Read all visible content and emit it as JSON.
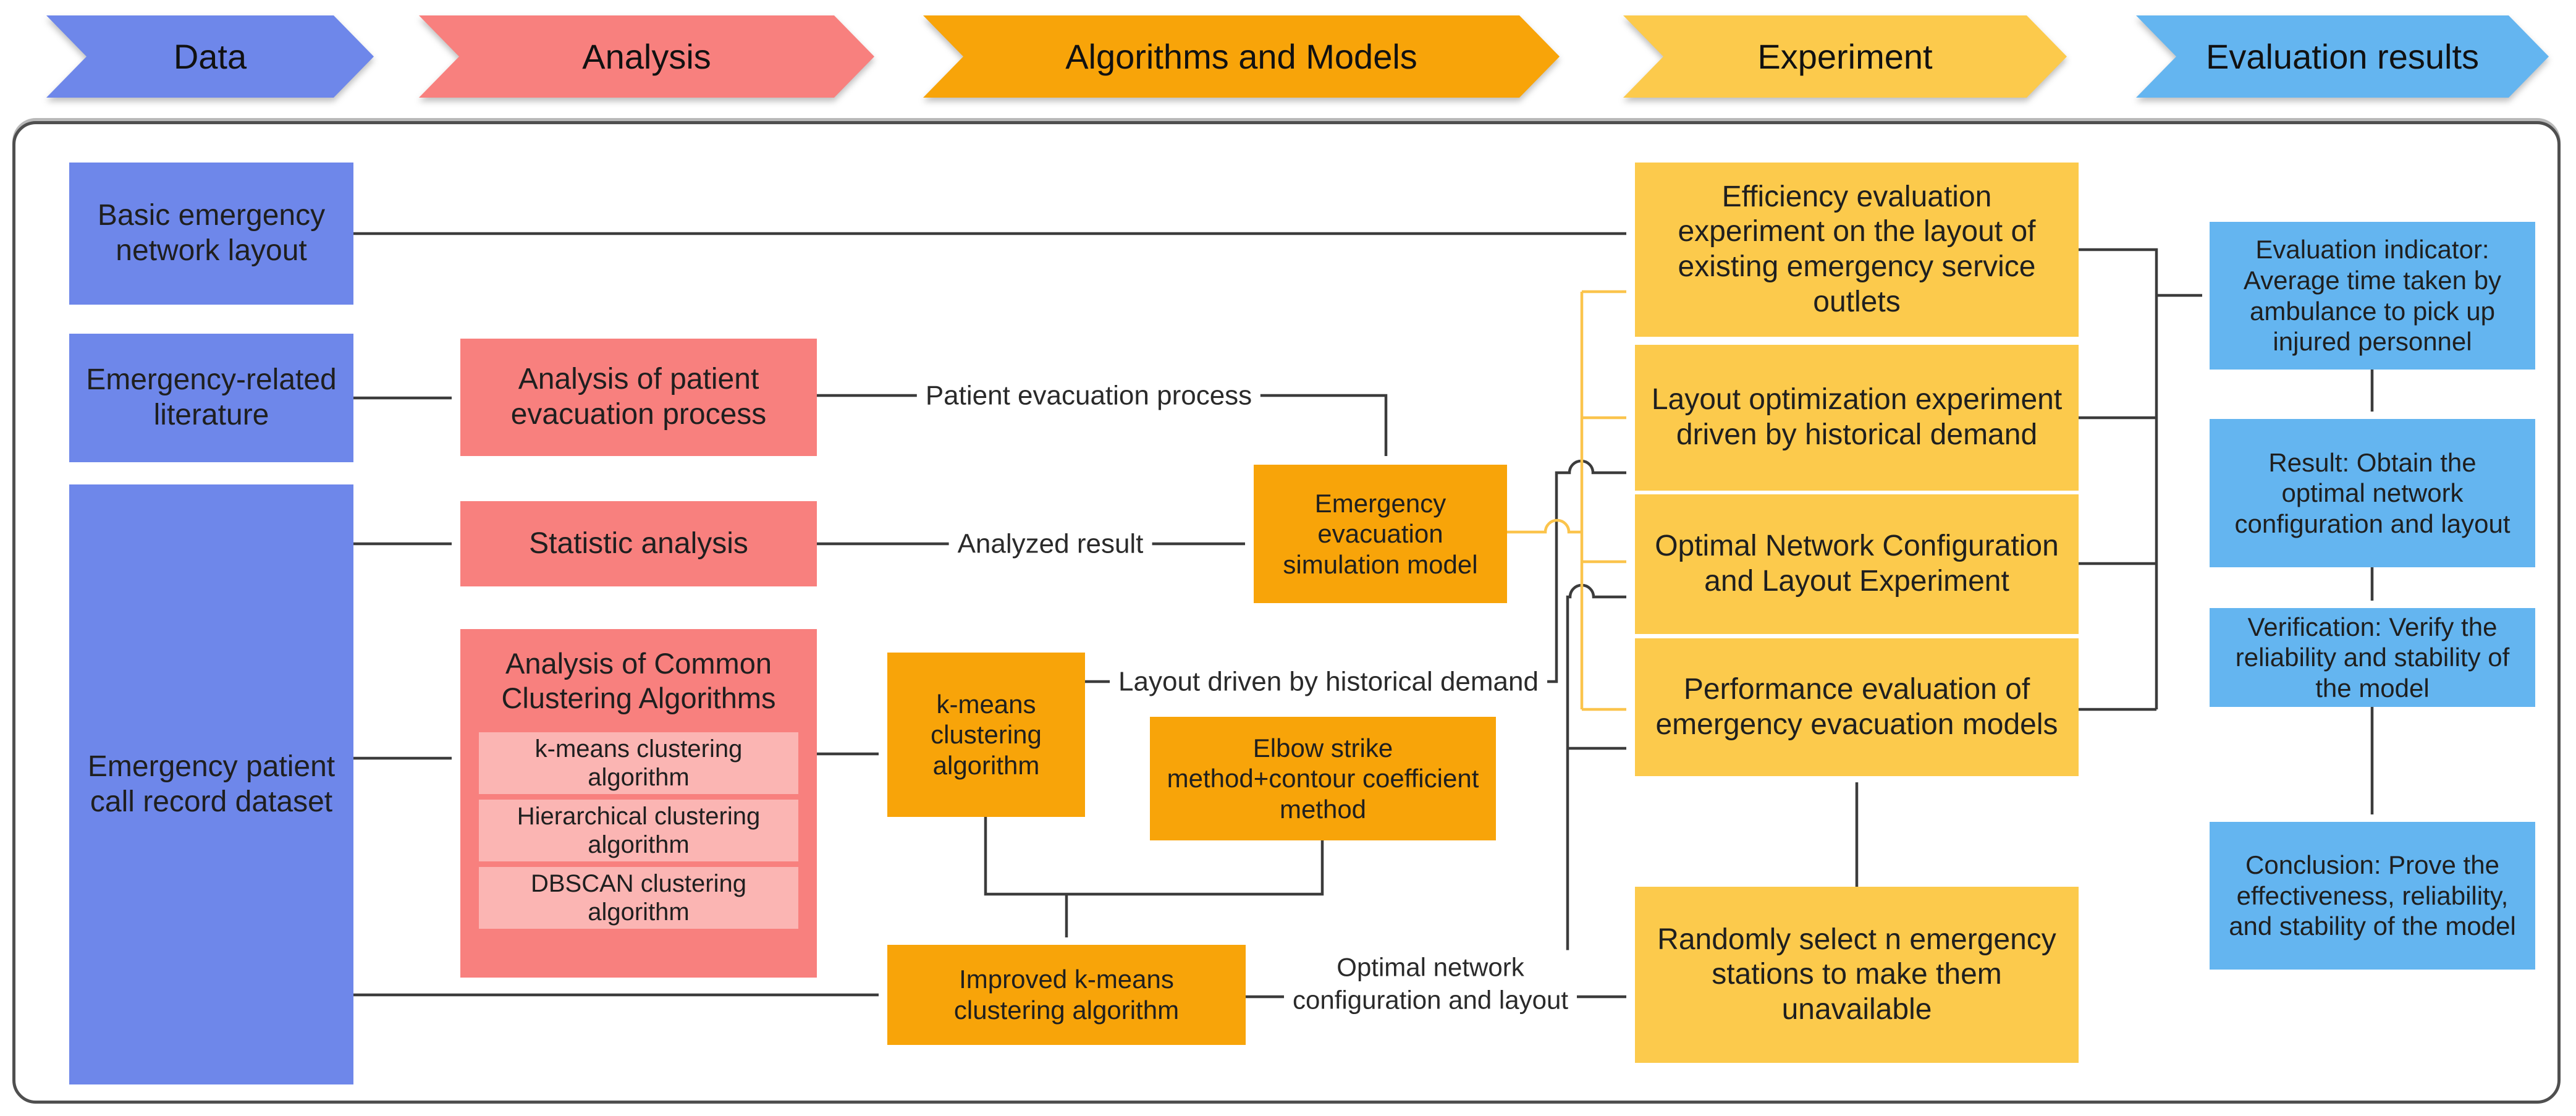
{
  "banner": {
    "stages": [
      {
        "label": "Data",
        "color": "#6e87ea"
      },
      {
        "label": "Analysis",
        "color": "#f8807e"
      },
      {
        "label": "Algorithms and Models",
        "color": "#f8a409"
      },
      {
        "label": "Experiment",
        "color": "#fcca4c"
      },
      {
        "label": "Evaluation results",
        "color": "#64b5f0"
      }
    ]
  },
  "data_column": {
    "basic_layout": "Basic emergency network layout",
    "literature": "Emergency-related literature",
    "dataset": "Emergency patient call record dataset"
  },
  "analysis_column": {
    "evacuation": "Analysis of patient evacuation process",
    "statistic": "Statistic analysis",
    "clustering_title": "Analysis of Common Clustering Algorithms",
    "clustering_items": [
      "k-means clustering algorithm",
      "Hierarchical clustering algorithm",
      "DBSCAN clustering algorithm"
    ]
  },
  "algorithms": {
    "simulation_model": "Emergency evacuation simulation model",
    "kmeans": "k-means clustering algorithm",
    "elbow": "Elbow strike method+contour coefficient method",
    "improved_kmeans": "Improved k-means clustering algorithm"
  },
  "experiments": {
    "boxes": [
      "Efficiency evaluation experiment on the layout of existing emergency service outlets",
      "Layout optimization experiment driven by historical demand",
      "Optimal Network Configuration and Layout Experiment",
      "Performance evaluation of emergency evacuation models"
    ],
    "random_select": "Randomly select n emergency stations to make them unavailable"
  },
  "evaluation": {
    "boxes": [
      "Evaluation indicator: Average time taken by ambulance to pick up injured personnel",
      "Result: Obtain the optimal network configuration and layout",
      "Verification: Verify the reliability and stability of the model",
      "Conclusion: Prove the effectiveness, reliability, and stability of the model"
    ]
  },
  "edge_labels": {
    "patient_evacuation": "Patient evacuation process",
    "analyzed_result": "Analyzed result",
    "layout_demand": "Layout driven by historical demand",
    "optimal_network": [
      "Optimal network",
      "configuration and layout"
    ]
  },
  "colors": {
    "stage_data": "#6e87ea",
    "stage_analysis": "#f8807e",
    "stage_algorithms": "#f8a409",
    "stage_experiment": "#fcca4c",
    "stage_evaluation": "#64b5f0",
    "sub_pink": "#fbb5b3",
    "line_black": "#3c3c3c",
    "line_yellow": "#fbc44c",
    "panel_border": "#4f4f4f",
    "text": "#1f1f1f"
  }
}
